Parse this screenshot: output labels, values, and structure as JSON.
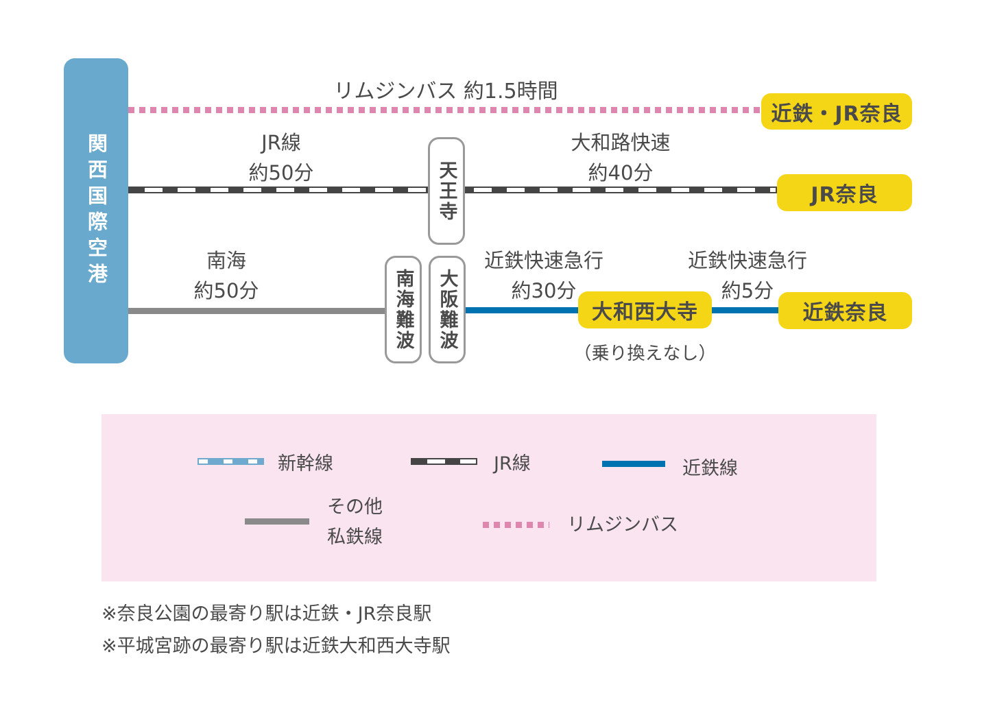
{
  "diagram": {
    "origin": "関西国際空港",
    "bus_route": {
      "label": "リムジンバス 約1.5時間",
      "destination": "近鉄・JR奈良"
    },
    "jr_route": {
      "seg1_line": "JR線",
      "seg1_time": "約50分",
      "via": "天王寺",
      "seg2_line": "大和路快速",
      "seg2_time": "約40分",
      "destination": "JR奈良"
    },
    "kintetsu_route": {
      "seg1_line": "南海",
      "seg1_time": "約50分",
      "via1": "南海難波",
      "via2": "大阪難波",
      "seg2_line": "近鉄快速急行",
      "seg2_time": "約30分",
      "mid_station": "大和西大寺",
      "mid_note": "（乗り換えなし）",
      "seg3_line": "近鉄快速急行",
      "seg3_time": "約5分",
      "destination": "近鉄奈良"
    }
  },
  "legend": {
    "shinkansen": "新幹線",
    "jr": "JR線",
    "kintetsu": "近鉄線",
    "private_line1": "その他",
    "private_line2": "私鉄線",
    "limousine": "リムジンバス"
  },
  "notes": {
    "note1": "※奈良公園の最寄り駅は近鉄・JR奈良駅",
    "note2": "※平城宮跡の最寄り駅は近鉄大和西大寺駅"
  },
  "colors": {
    "airport_blue": "#69a9ce",
    "badge_yellow": "#f5d616",
    "kintetsu_blue": "#0072b0",
    "private_gray": "#8a8a8a",
    "bus_pink": "#de87ae",
    "jr_dark": "#454545",
    "legend_bg": "#fae4f0",
    "text": "#4a4a4a"
  }
}
